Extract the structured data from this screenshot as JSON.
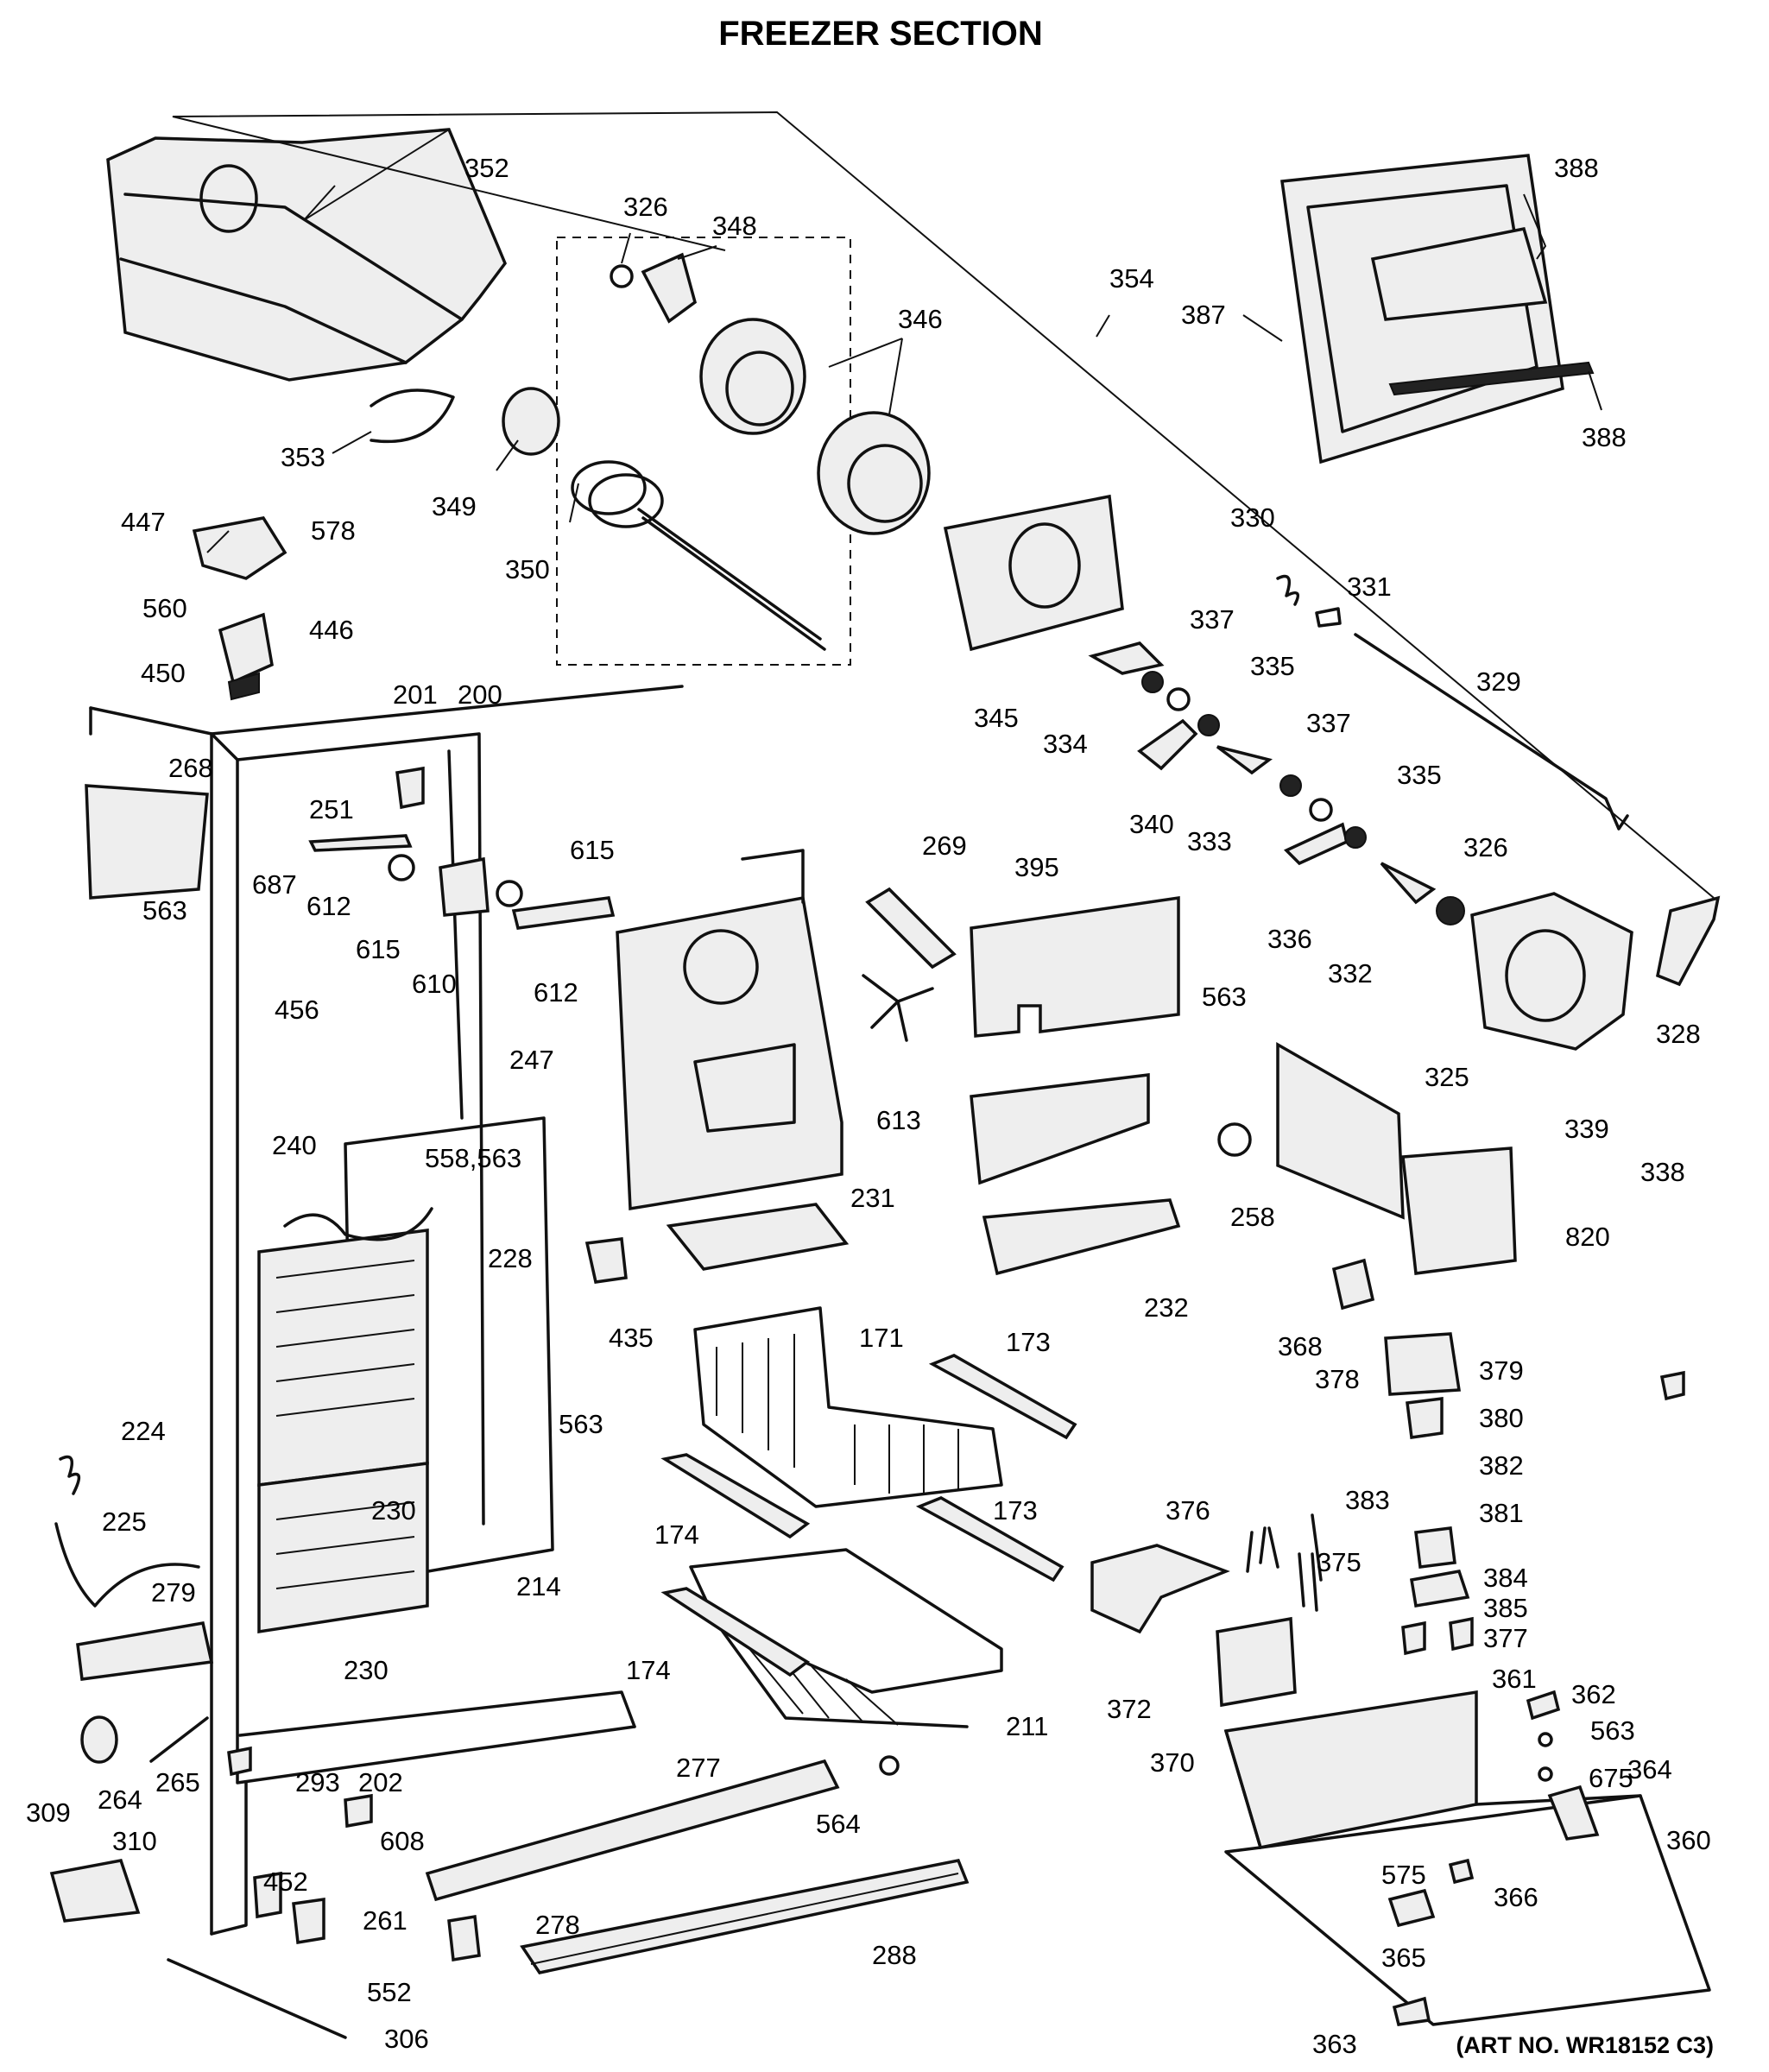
{
  "title": "FREEZER SECTION",
  "art_number": "(ART NO. WR18152 C3)",
  "labels": [
    "352",
    "326",
    "348",
    "346",
    "354",
    "388",
    "387",
    "388",
    "353",
    "349",
    "350",
    "447",
    "578",
    "560",
    "446",
    "450",
    "201",
    "200",
    "268",
    "563",
    "251",
    "687",
    "612",
    "615",
    "615",
    "610",
    "612",
    "269",
    "395",
    "330",
    "331",
    "329",
    "345",
    "337",
    "335",
    "334",
    "340",
    "333",
    "337",
    "335",
    "336",
    "332",
    "326",
    "328",
    "325",
    "339",
    "338",
    "563",
    "456",
    "247",
    "613",
    "240",
    "558,563",
    "228",
    "231",
    "258",
    "232",
    "820",
    "435",
    "171",
    "173",
    "368",
    "378",
    "379",
    "380",
    "382",
    "381",
    "383",
    "384",
    "385",
    "377",
    "376",
    "375",
    "224",
    "225",
    "230",
    "214",
    "563",
    "174",
    "173",
    "174",
    "211",
    "372",
    "370",
    "279",
    "230",
    "361",
    "362",
    "563",
    "675",
    "364",
    "264",
    "265",
    "202",
    "293",
    "277",
    "564",
    "360",
    "309",
    "310",
    "608",
    "452",
    "261",
    "278",
    "575",
    "366",
    "365",
    "288",
    "552",
    "306",
    "363"
  ]
}
